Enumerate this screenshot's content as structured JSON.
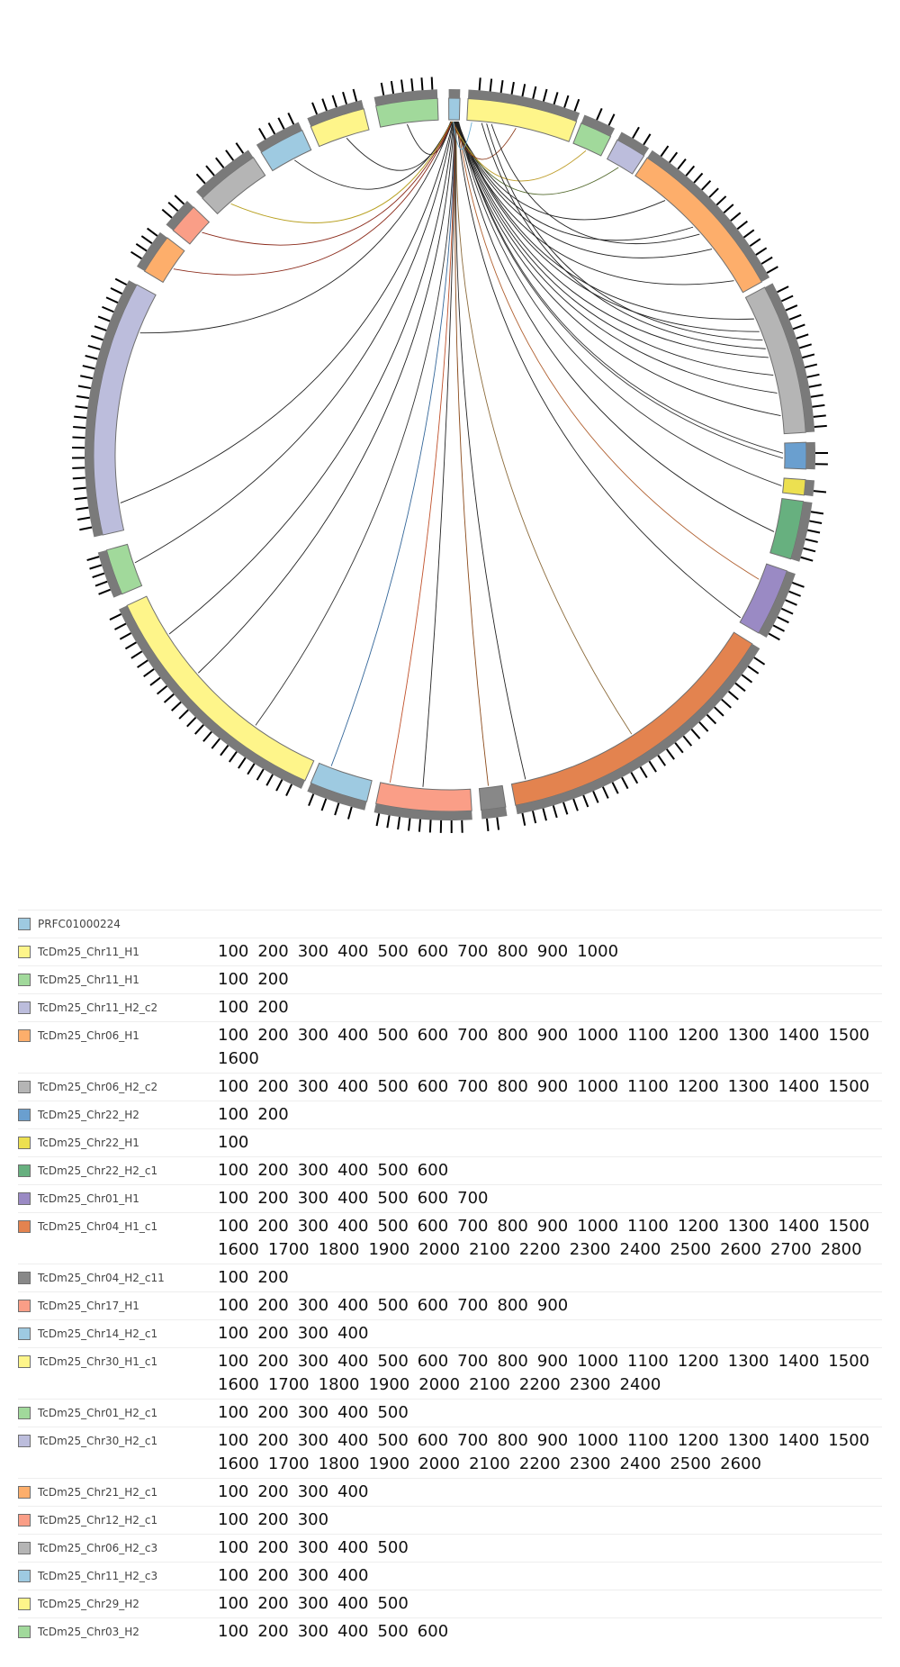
{
  "diagram": {
    "type": "circos",
    "segments": [
      {
        "name": "PRFC01000224",
        "length": 60,
        "ticks": 0,
        "color": "#9ecae1"
      },
      {
        "name": "TcDm25_Chr11_H1",
        "length": 1050,
        "ticks": 10,
        "color": "#fef58a"
      },
      {
        "name": "TcDm25_Chr11_H1",
        "length": 250,
        "ticks": 2,
        "color": "#a1d99b"
      },
      {
        "name": "TcDm25_Chr11_H2_c2",
        "length": 250,
        "ticks": 2,
        "color": "#bcbddc"
      },
      {
        "name": "TcDm25_Chr06_H1",
        "length": 1650,
        "ticks": 16,
        "color": "#fdae6b"
      },
      {
        "name": "TcDm25_Chr06_H2_c2",
        "length": 1550,
        "ticks": 15,
        "color": "#b5b5b5"
      },
      {
        "name": "TcDm25_Chr22_H2",
        "length": 250,
        "ticks": 2,
        "color": "#6a9fcf"
      },
      {
        "name": "TcDm25_Chr22_H1",
        "length": 150,
        "ticks": 1,
        "color": "#ece050"
      },
      {
        "name": "TcDm25_Chr22_H2_c1",
        "length": 650,
        "ticks": 6,
        "color": "#67b07f"
      },
      {
        "name": "TcDm25_Chr01_H1",
        "length": 750,
        "ticks": 7,
        "color": "#9a8ac4"
      },
      {
        "name": "TcDm25_Chr04_H1_c1",
        "length": 2850,
        "ticks": 28,
        "color": "#e3834f"
      },
      {
        "name": "TcDm25_Chr04_H2_c11",
        "length": 250,
        "ticks": 2,
        "color": "#888888"
      },
      {
        "name": "TcDm25_Chr17_H1",
        "length": 950,
        "ticks": 9,
        "color": "#fa9e87"
      },
      {
        "name": "TcDm25_Chr14_H2_c1",
        "length": 450,
        "ticks": 4,
        "color": "#9ecae1"
      },
      {
        "name": "TcDm25_Chr30_H1_c1",
        "length": 2450,
        "ticks": 24,
        "color": "#fef58a"
      },
      {
        "name": "TcDm25_Chr01_H2_c1",
        "length": 550,
        "ticks": 5,
        "color": "#a1d99b"
      },
      {
        "name": "TcDm25_Chr30_H2_c1",
        "length": 2650,
        "ticks": 26,
        "color": "#bcbddc"
      },
      {
        "name": "TcDm25_Chr21_H2_c1",
        "length": 450,
        "ticks": 4,
        "color": "#fdae6b"
      },
      {
        "name": "TcDm25_Chr12_H2_c1",
        "length": 350,
        "ticks": 3,
        "color": "#fa9e87"
      },
      {
        "name": "TcDm25_Chr06_H2_c3",
        "length": 550,
        "ticks": 5,
        "color": "#b5b5b5"
      },
      {
        "name": "TcDm25_Chr11_H2_c3",
        "length": 450,
        "ticks": 4,
        "color": "#9ecae1"
      },
      {
        "name": "TcDm25_Chr29_H2",
        "length": 550,
        "ticks": 5,
        "color": "#fef58a"
      },
      {
        "name": "TcDm25_Chr03_H2",
        "length": 650,
        "ticks": 6,
        "color": "#a1d99b"
      }
    ],
    "tick_step": 100,
    "links": [
      {
        "from": [
          0,
          10
        ],
        "to": [
          22,
          300
        ],
        "color": "#222222"
      },
      {
        "from": [
          0,
          12
        ],
        "to": [
          21,
          300
        ],
        "color": "#222222"
      },
      {
        "from": [
          0,
          14
        ],
        "to": [
          20,
          250
        ],
        "color": "#222222"
      },
      {
        "from": [
          0,
          16
        ],
        "to": [
          19,
          150
        ],
        "color": "#b8a020"
      },
      {
        "from": [
          0,
          18
        ],
        "to": [
          18,
          200
        ],
        "color": "#8b2a1a"
      },
      {
        "from": [
          0,
          20
        ],
        "to": [
          17,
          200
        ],
        "color": "#8b2a1a"
      },
      {
        "from": [
          0,
          22
        ],
        "to": [
          16,
          2200
        ],
        "color": "#222222"
      },
      {
        "from": [
          0,
          24
        ],
        "to": [
          16,
          300
        ],
        "color": "#222222"
      },
      {
        "from": [
          0,
          26
        ],
        "to": [
          15,
          300
        ],
        "color": "#222222"
      },
      {
        "from": [
          0,
          28
        ],
        "to": [
          14,
          2000
        ],
        "color": "#222222"
      },
      {
        "from": [
          0,
          30
        ],
        "to": [
          14,
          1500
        ],
        "color": "#222222"
      },
      {
        "from": [
          0,
          32
        ],
        "to": [
          14,
          700
        ],
        "color": "#333333"
      },
      {
        "from": [
          0,
          34
        ],
        "to": [
          13,
          350
        ],
        "color": "#336699"
      },
      {
        "from": [
          0,
          36
        ],
        "to": [
          12,
          850
        ],
        "color": "#c0502a"
      },
      {
        "from": [
          0,
          38
        ],
        "to": [
          12,
          500
        ],
        "color": "#222222"
      },
      {
        "from": [
          0,
          40
        ],
        "to": [
          11,
          150
        ],
        "color": "#8b4a1a"
      },
      {
        "from": [
          0,
          42
        ],
        "to": [
          10,
          2700
        ],
        "color": "#222222"
      },
      {
        "from": [
          0,
          44
        ],
        "to": [
          10,
          1500
        ],
        "color": "#8b6a3a"
      },
      {
        "from": [
          0,
          46
        ],
        "to": [
          9,
          700
        ],
        "color": "#222222"
      },
      {
        "from": [
          0,
          48
        ],
        "to": [
          9,
          200
        ],
        "color": "#b06030"
      },
      {
        "from": [
          0,
          50
        ],
        "to": [
          8,
          400
        ],
        "color": "#222222"
      },
      {
        "from": [
          0,
          52
        ],
        "to": [
          7,
          80
        ],
        "color": "#333333"
      },
      {
        "from": [
          0,
          54
        ],
        "to": [
          6,
          150
        ],
        "color": "#333333"
      },
      {
        "from": [
          0,
          56
        ],
        "to": [
          6,
          100
        ],
        "color": "#333333"
      },
      {
        "from": [
          0,
          40
        ],
        "to": [
          5,
          1350
        ],
        "color": "#222222"
      },
      {
        "from": [
          0,
          42
        ],
        "to": [
          5,
          1100
        ],
        "color": "#222222"
      },
      {
        "from": [
          0,
          44
        ],
        "to": [
          5,
          900
        ],
        "color": "#222222"
      },
      {
        "from": [
          0,
          46
        ],
        "to": [
          5,
          700
        ],
        "color": "#222222"
      },
      {
        "from": [
          0,
          48
        ],
        "to": [
          5,
          400
        ],
        "color": "#222222"
      },
      {
        "from": [
          0,
          50
        ],
        "to": [
          5,
          250
        ],
        "color": "#222222"
      },
      {
        "from": [
          0,
          30
        ],
        "to": [
          4,
          1500
        ],
        "color": "#222222"
      },
      {
        "from": [
          0,
          32
        ],
        "to": [
          4,
          1100
        ],
        "color": "#222222"
      },
      {
        "from": [
          0,
          34
        ],
        "to": [
          4,
          800
        ],
        "color": "#222222"
      },
      {
        "from": [
          0,
          36
        ],
        "to": [
          4,
          400
        ],
        "color": "#222222"
      },
      {
        "from": [
          0,
          20
        ],
        "to": [
          3,
          120
        ],
        "color": "#556b2f"
      },
      {
        "from": [
          0,
          22
        ],
        "to": [
          2,
          120
        ],
        "color": "#c0a030"
      },
      {
        "from": [
          0,
          24
        ],
        "to": [
          1,
          500
        ],
        "color": "#8b3a1a"
      },
      {
        "from": [
          0,
          26
        ],
        "to": [
          1,
          50
        ],
        "color": "#6aaed6"
      },
      {
        "from": [
          1,
          150
        ],
        "to": [
          5,
          600
        ],
        "color": "#222222"
      },
      {
        "from": [
          1,
          200
        ],
        "to": [
          5,
          500
        ],
        "color": "#222222"
      },
      {
        "from": [
          1,
          250
        ],
        "to": [
          4,
          900
        ],
        "color": "#222222"
      }
    ]
  }
}
